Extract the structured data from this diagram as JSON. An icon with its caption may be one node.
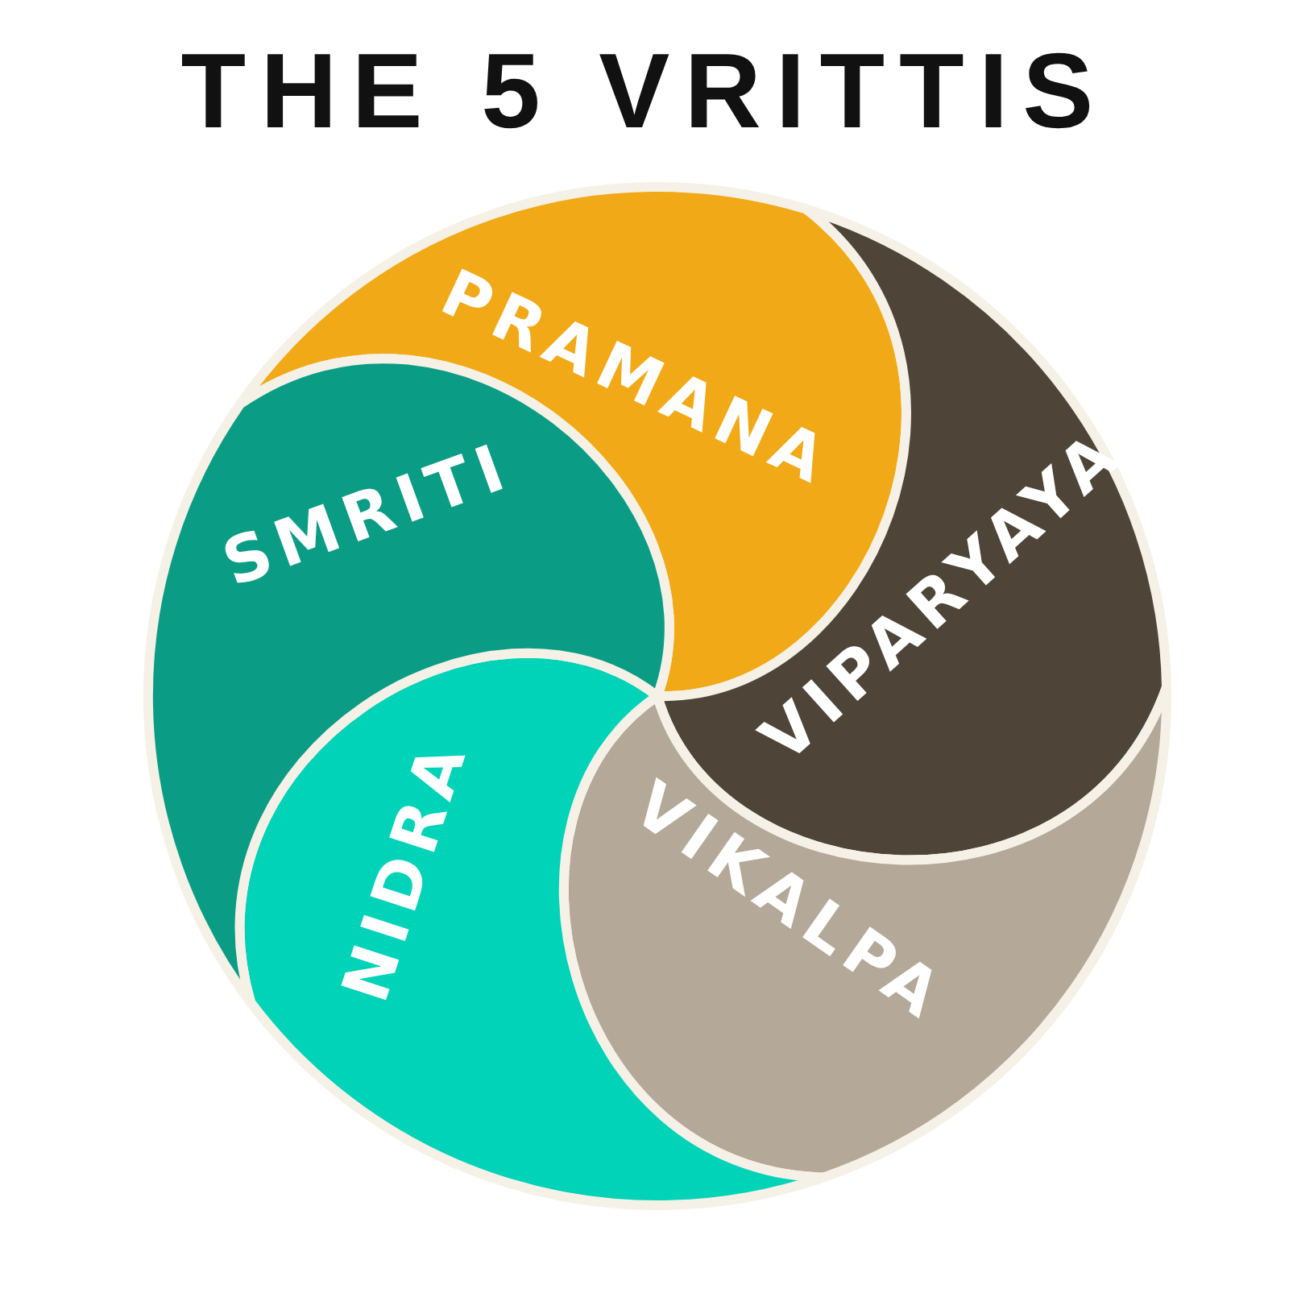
{
  "diagram": {
    "title": "THE 5 VRITTIS",
    "nodes": [
      {
        "text": [
          "PRAMANA"
        ]
      },
      {
        "text": [
          "VIPARYAYA"
        ]
      },
      {
        "text": [
          "VIKALPA"
        ]
      },
      {
        "text": [
          "NIDRA"
        ]
      },
      {
        "text": [
          "SMRITI"
        ]
      }
    ]
  }
}
